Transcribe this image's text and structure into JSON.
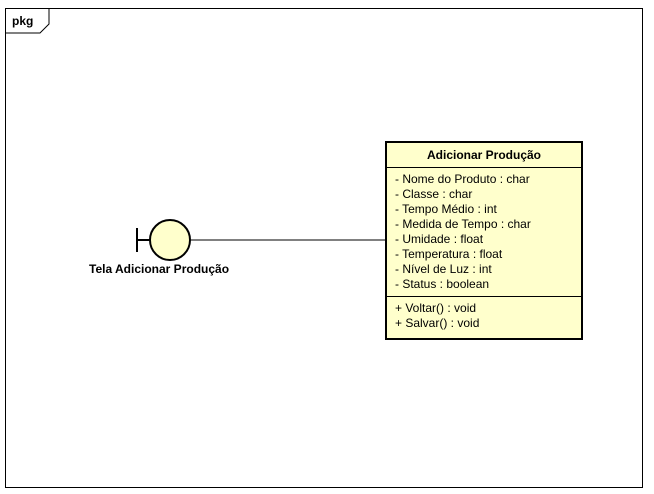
{
  "package": {
    "label": "pkg"
  },
  "boundary": {
    "label": "Tela Adicionar Produção",
    "icon": "boundary-icon",
    "fill": "#ffffcc"
  },
  "class": {
    "name": "Adicionar Produção",
    "fill": "#ffffcc",
    "attributes": [
      "- Nome do Produto : char",
      "- Classe : char",
      "- Tempo Médio : int",
      "- Medida de Tempo : char",
      "- Umidade : float",
      "- Temperatura : float",
      "- Nível de Luz : int",
      "- Status : boolean"
    ],
    "operations": [
      "+ Voltar() : void",
      "+ Salvar() : void"
    ]
  }
}
